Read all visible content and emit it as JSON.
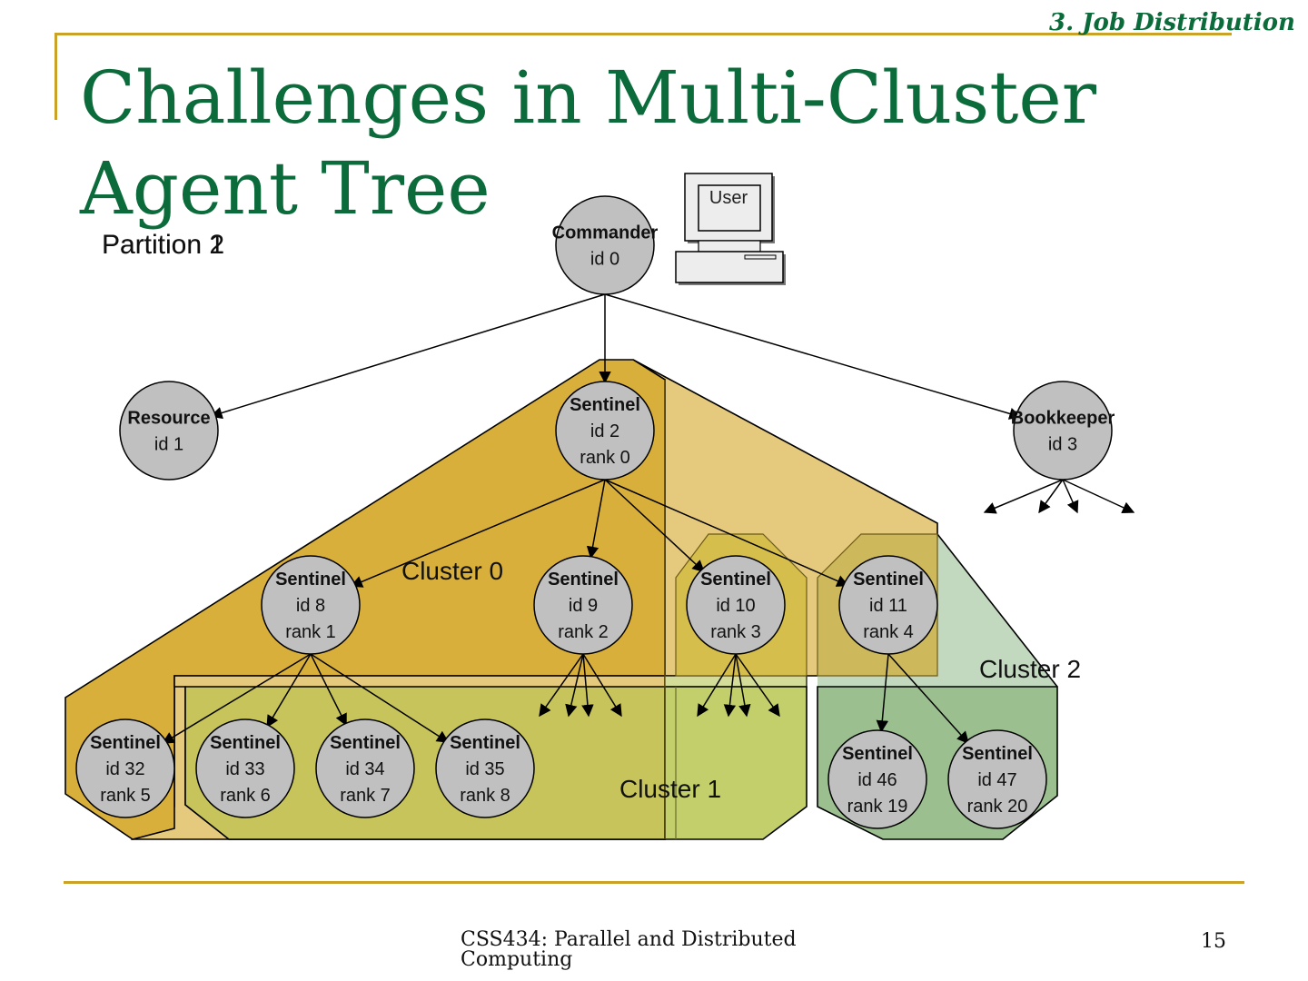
{
  "slide": {
    "title": "Challenges in Multi-Cluster Agent Tree",
    "section": "3. Job Distribution",
    "footer": "CSS434: Parallel and Distributed Computing",
    "page_number": "15"
  },
  "partition_labels": [
    "Partition 1",
    "Partition 2"
  ],
  "user_terminal": {
    "label": "User"
  },
  "nodes": {
    "commander": {
      "title": "Commander",
      "lines": [
        "id 0"
      ]
    },
    "resource": {
      "title": "Resource",
      "lines": [
        "id 1"
      ]
    },
    "sentinel2": {
      "title": "Sentinel",
      "lines": [
        "id 2",
        "rank 0"
      ]
    },
    "bookkeeper": {
      "title": "Bookkeeper",
      "lines": [
        "id 3"
      ]
    },
    "sentinel8": {
      "title": "Sentinel",
      "lines": [
        "id 8",
        "rank 1"
      ]
    },
    "sentinel9": {
      "title": "Sentinel",
      "lines": [
        "id 9",
        "rank 2"
      ]
    },
    "sentinel10": {
      "title": "Sentinel",
      "lines": [
        "id 10",
        "rank 3"
      ]
    },
    "sentinel11": {
      "title": "Sentinel",
      "lines": [
        "id 11",
        "rank 4"
      ]
    },
    "sentinel32": {
      "title": "Sentinel",
      "lines": [
        "id 32",
        "rank 5"
      ]
    },
    "sentinel33": {
      "title": "Sentinel",
      "lines": [
        "id 33",
        "rank 6"
      ]
    },
    "sentinel34": {
      "title": "Sentinel",
      "lines": [
        "id 34",
        "rank 7"
      ]
    },
    "sentinel35": {
      "title": "Sentinel",
      "lines": [
        "id 35",
        "rank 8"
      ]
    },
    "sentinel46": {
      "title": "Sentinel",
      "lines": [
        "id 46",
        "rank 19"
      ]
    },
    "sentinel47": {
      "title": "Sentinel",
      "lines": [
        "id 47",
        "rank 20"
      ]
    }
  },
  "edges": [
    [
      "commander",
      "resource"
    ],
    [
      "commander",
      "sentinel2"
    ],
    [
      "commander",
      "bookkeeper"
    ],
    [
      "sentinel2",
      "sentinel8"
    ],
    [
      "sentinel2",
      "sentinel9"
    ],
    [
      "sentinel2",
      "sentinel10"
    ],
    [
      "sentinel2",
      "sentinel11"
    ],
    [
      "sentinel8",
      "sentinel32"
    ],
    [
      "sentinel8",
      "sentinel33"
    ],
    [
      "sentinel8",
      "sentinel34"
    ],
    [
      "sentinel8",
      "sentinel35"
    ],
    [
      "sentinel11",
      "sentinel46"
    ],
    [
      "sentinel11",
      "sentinel47"
    ]
  ],
  "fanout_stubs": {
    "sentinel9": 4,
    "sentinel10": 4,
    "bookkeeper": 4
  },
  "clusters": [
    {
      "label": "Cluster 0",
      "color": "#D9AF3C"
    },
    {
      "label": "Cluster 1",
      "color": "#C6C45A"
    },
    {
      "label": "Cluster 2",
      "color": "#9BBF8F"
    }
  ],
  "colors": {
    "title": "#0B6B3A",
    "accent_rule": "#C9A227",
    "node_fill": "#C0C0C0",
    "partition2_fill": "#E5CA7E",
    "cluster1_light": "#D3DC98",
    "cluster2_light": "#C3D9BF"
  }
}
